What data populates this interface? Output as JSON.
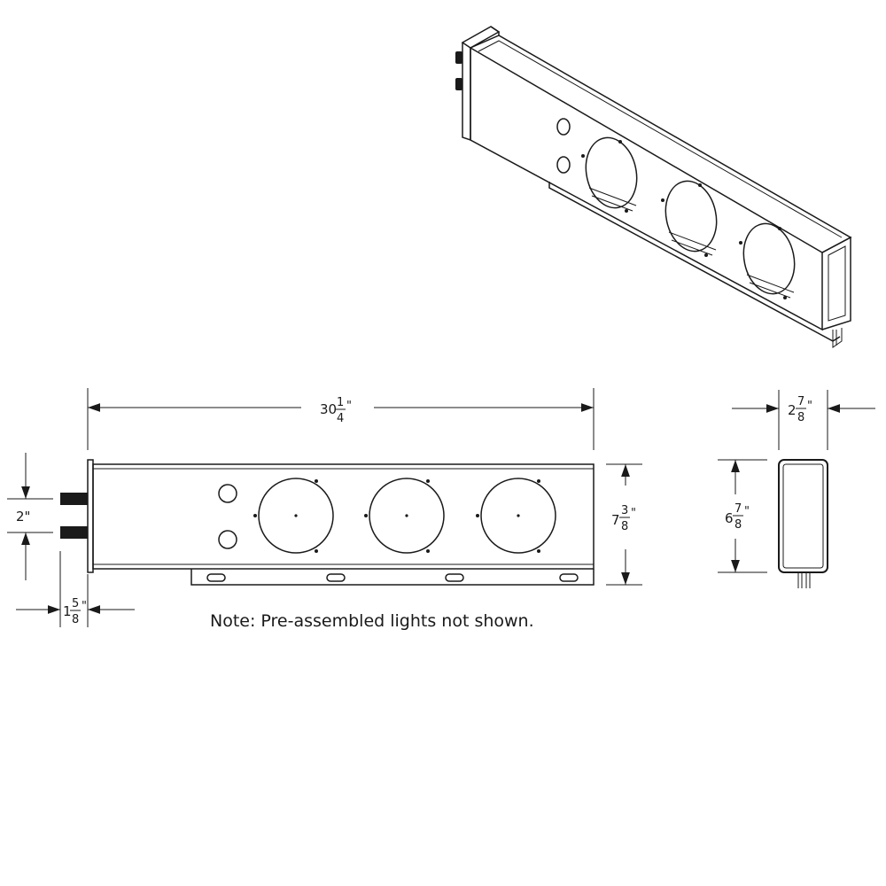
{
  "dimensions": {
    "overall_length": {
      "whole": "30",
      "num": "1",
      "den": "4",
      "unit": "\""
    },
    "overall_height": {
      "whole": "7",
      "num": "3",
      "den": "8",
      "unit": "\""
    },
    "stud_spacing": {
      "text": "2\""
    },
    "flange_depth": {
      "whole": "1",
      "num": "5",
      "den": "8",
      "unit": "\""
    },
    "end_width": {
      "whole": "2",
      "num": "7",
      "den": "8",
      "unit": "\""
    },
    "end_height": {
      "whole": "6",
      "num": "7",
      "den": "8",
      "unit": "\""
    }
  },
  "note": "Note: Pre-assembled lights not shown.",
  "colors": {
    "line": "#1a1a1a",
    "background": "#ffffff"
  }
}
